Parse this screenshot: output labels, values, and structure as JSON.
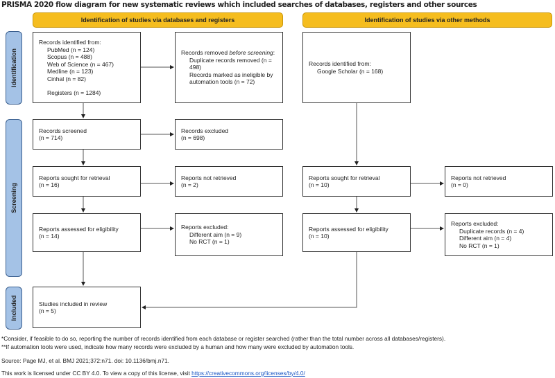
{
  "title": "PRISMA 2020 flow diagram for new systematic reviews which included searches of databases, registers and other sources",
  "headers": {
    "databases": "Identification of studies via databases and registers",
    "other": "Identification of studies via other methods"
  },
  "phases": {
    "identification": "Identification",
    "screening": "Screening",
    "included": "Included"
  },
  "db": {
    "identified": {
      "heading": "Records identified from:",
      "sources": [
        "PubMed (n = 124)",
        "Scopus (n = 488)",
        "Web of Science (n = 467)",
        "Medline (n = 123)",
        "Cinhal (n = 82)"
      ],
      "registers": "Registers (n = 1284)"
    },
    "removed": {
      "heading_pre": "Records removed ",
      "heading_em": "before screening",
      "heading_post": ":",
      "items": [
        "Duplicate records removed (n = 498)",
        "Records marked as ineligible by automation tools (n = 72)"
      ]
    },
    "screened": {
      "label": "Records screened",
      "n": "(n = 714)"
    },
    "excluded": {
      "label": "Records excluded",
      "n": "(n = 698)"
    },
    "sought": {
      "label": "Reports sought for retrieval",
      "n": "(n = 16)"
    },
    "not_retrieved": {
      "label": "Reports not retrieved",
      "n": "(n = 2)"
    },
    "assessed": {
      "label": "Reports assessed for eligibility",
      "n": "(n = 14)"
    },
    "reports_excluded": {
      "heading": "Reports excluded:",
      "items": [
        "Different aim (n = 9)",
        "No RCT (n = 1)"
      ]
    },
    "included": {
      "label": "Studies included in review",
      "n": "(n = 5)"
    }
  },
  "other": {
    "identified": {
      "heading": "Records identified from:",
      "sources": [
        "Google Scholar (n = 168)"
      ]
    },
    "sought": {
      "label": "Reports sought for retrieval",
      "n": "(n = 10)"
    },
    "not_retrieved": {
      "label": "Reports not retrieved",
      "n": "(n = 0)"
    },
    "assessed": {
      "label": "Reports assessed for eligibility",
      "n": "(n = 10)"
    },
    "reports_excluded": {
      "heading": "Reports excluded:",
      "items": [
        "Duplicate records (n = 4)",
        "Different aim (n = 4)",
        "No RCT (n = 1)"
      ]
    }
  },
  "notes": {
    "n1": "*Consider, if feasible to do so, reporting the number of records identified from each database or register searched (rather than the total number across all databases/registers).",
    "n2": "**If automation tools were used, indicate how many records were excluded by a human and how many were excluded by automation tools.",
    "source": "Source: Page MJ, et al. BMJ 2021;372:n71. doi: 10.1136/bmj.n71.",
    "license_pre": "This work is licensed under CC BY 4.0. To view a copy of this license, visit ",
    "license_link": "https://creativecommons.org/licenses/by/4.0/"
  }
}
